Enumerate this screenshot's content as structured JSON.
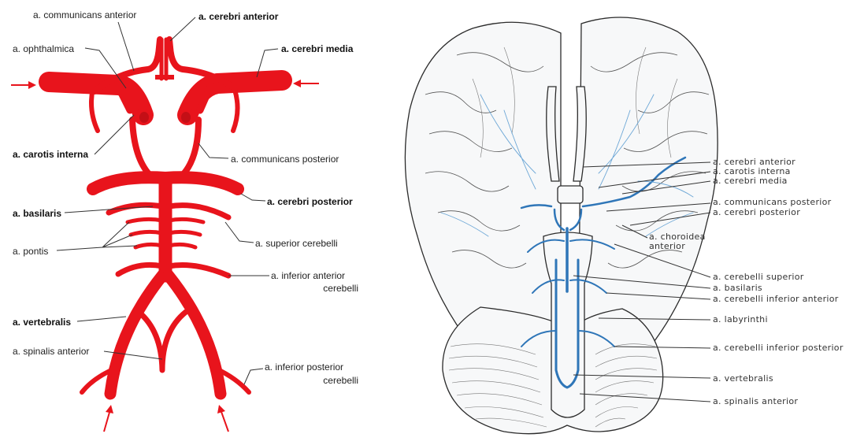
{
  "left_labels": {
    "communicans_anterior": "a. communicans anterior",
    "cerebri_anterior": "a. cerebri anterior",
    "ophthalmica": "a. ophthalmica",
    "cerebri_media": "a. cerebri media",
    "carotis_interna": "a. carotis interna",
    "communicans_posterior": "a. communicans posterior",
    "cerebri_posterior": "a. cerebri posterior",
    "basilaris": "a. basilaris",
    "superior_cerebelli": "a. superior cerebelli",
    "pontis": "a. pontis",
    "inferior_anterior_1": "a. inferior anterior",
    "inferior_anterior_2": "cerebelli",
    "vertebralis": "a. vertebralis",
    "spinalis_anterior": "a. spinalis anterior",
    "inferior_posterior_1": "a. inferior posterior",
    "inferior_posterior_2": "cerebelli"
  },
  "right_labels": {
    "cerebri_anterior": "a. cerebri anterior",
    "carotis_interna": "a. carotis interna",
    "cerebri_media": "a. cerebri media",
    "communicans_posterior": "a. communicans posterior",
    "cerebri_posterior": "a. cerebri posterior",
    "choroidea_anterior_1": "a. choroidea",
    "choroidea_anterior_2": "anterior",
    "cerebelli_superior": "a. cerebelli superior",
    "basilaris": "a. basilaris",
    "cerebelli_inferior_anterior": "a. cerebelli inferior anterior",
    "labyrinthi": "a. labyrinthi",
    "cerebelli_inferior_posterior": "a. cerebelli inferior posterior",
    "vertebralis": "a. vertebralis",
    "spinalis_anterior": "a. spinalis anterior"
  },
  "colors": {
    "artery_red": "#e8141c",
    "vessel_blue": "#2f76b8",
    "outline": "#2b2b2b"
  }
}
